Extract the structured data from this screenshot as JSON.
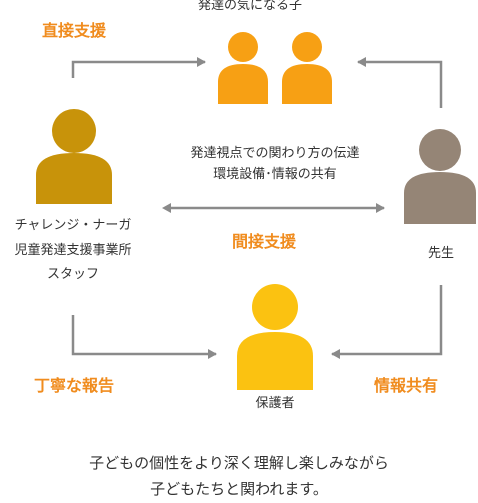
{
  "title": "発達の気になる子",
  "labels": {
    "direct_support": "直接支援",
    "indirect_support": "間接支援",
    "careful_report": "丁寧な報告",
    "info_share": "情報共有"
  },
  "staff": {
    "line1": "チャレンジ・ナーガ",
    "line2": "児童発達支援事業所",
    "line3": "スタッフ"
  },
  "teacher": "先生",
  "guardian": "保護者",
  "center_text": {
    "line1": "発達視点での関わり方の伝達",
    "line2": "環境設備･情報の共有"
  },
  "footer": {
    "line1": "子どもの個性をより深く理解し楽しみながら",
    "line2": "子どもたちと関われます。"
  },
  "colors": {
    "child": "#f7a014",
    "staff": "#c8930a",
    "teacher": "#958576",
    "guardian": "#fbc211",
    "accent": "#f08c1e",
    "arrow": "#8a8a8a"
  }
}
